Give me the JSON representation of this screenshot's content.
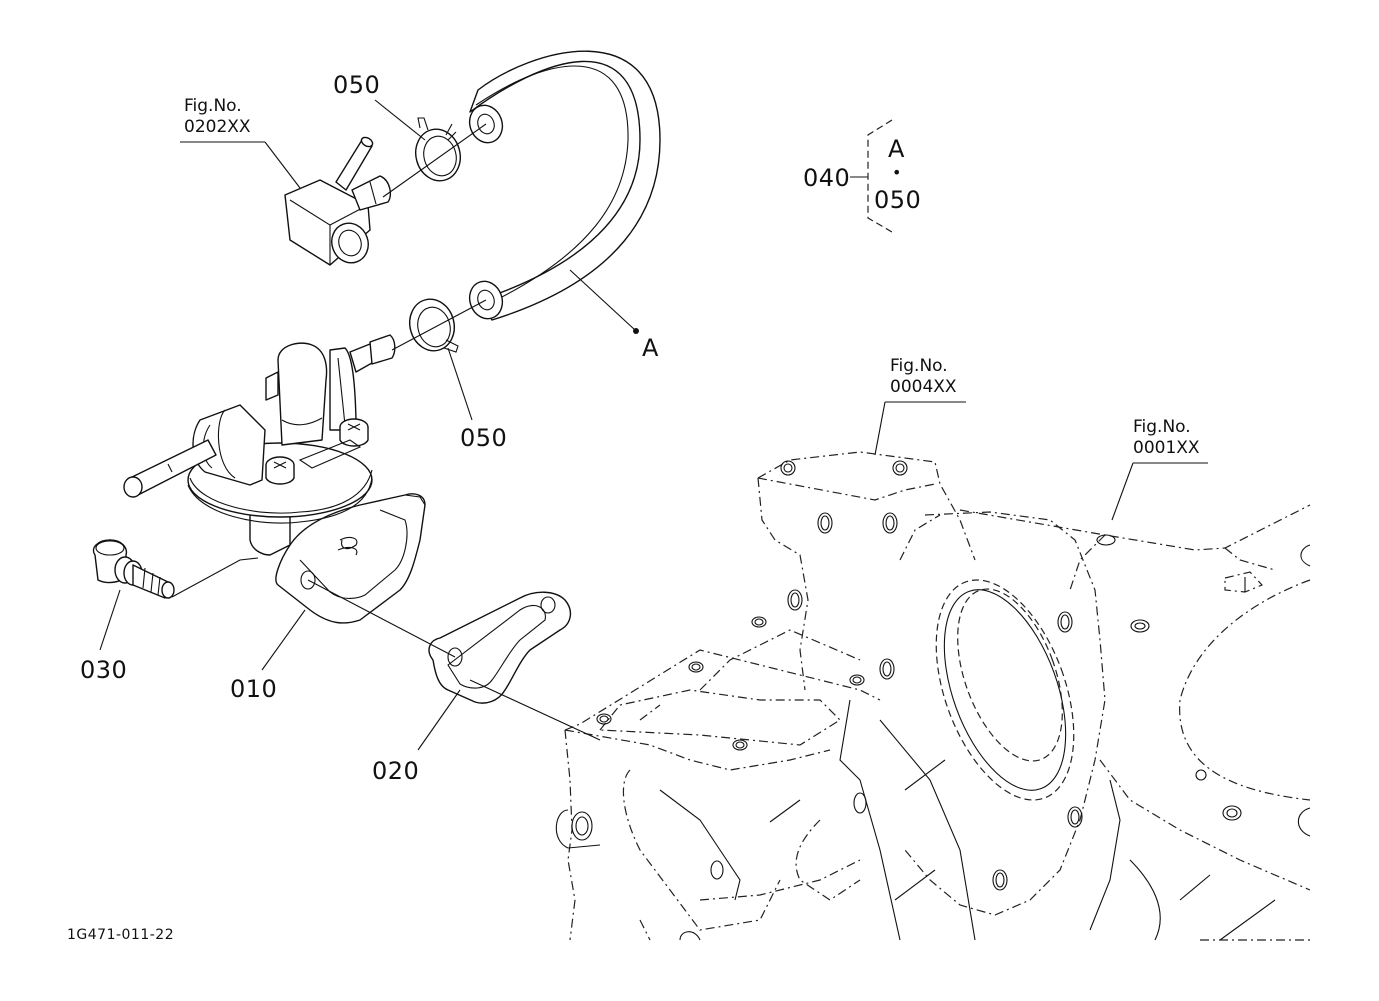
{
  "diagram": {
    "drawing_code": "1G471-011-22",
    "part_labels": {
      "p010": "010",
      "p020": "020",
      "p030": "030",
      "p040": "040",
      "p050_top": "050",
      "p050_mid": "050",
      "ref_a": "A"
    },
    "set_note": {
      "line1": "A",
      "dot": "•",
      "line2": "050"
    },
    "figure_refs": [
      {
        "title": "Fig.No.",
        "number": "0202XX"
      },
      {
        "title": "Fig.No.",
        "number": "0004XX"
      },
      {
        "title": "Fig.No.",
        "number": "0001XX"
      }
    ],
    "components": [
      "fuel-pump",
      "pump-gasket",
      "banjo-bolt-fitting",
      "fuel-hose",
      "hose-clamp-top",
      "hose-clamp-bottom",
      "fuel-fitting-nut",
      "engine-block-housing"
    ]
  }
}
